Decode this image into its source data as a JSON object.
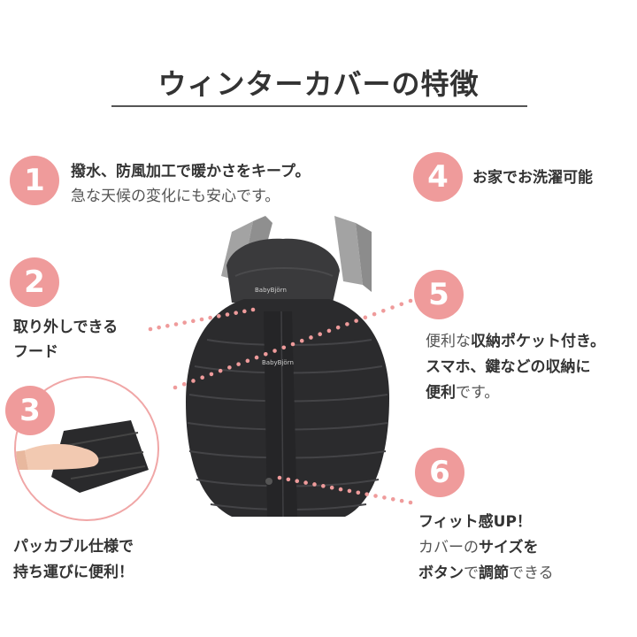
{
  "title": "ウィンターカバーの特徴",
  "features": [
    {
      "num": "1",
      "line1": "撥水、防風加工で暖かさをキープ。",
      "line2": "急な天候の変化にも安心です。"
    },
    {
      "num": "2",
      "line1": "取り外しできる",
      "line2": "フード"
    },
    {
      "num": "3",
      "line1": "パッカブル仕様で",
      "line2": "持ち運びに便利！"
    },
    {
      "num": "4",
      "line1": "お家でお洗濯可能"
    },
    {
      "num": "5",
      "line1_pre": "便利な",
      "line1_bold": "収納ポケット付き。",
      "line2": "スマホ、鍵などの収納に",
      "line3_bold": "便利",
      "line3_rest": "です。"
    },
    {
      "num": "6",
      "line1": "フィット感UP！",
      "line2_pre": "カバーの",
      "line2_bold": "サイズ",
      "line2_post": "を",
      "line3_bold": "ボタン",
      "line3_mid": "で",
      "line3_bold2": "調節",
      "line3_post": "できる"
    }
  ],
  "brand_label": "BabyBjörn",
  "colors": {
    "accent": "#ef9b9b",
    "cover": "#2b2b2d",
    "strap": "#9a9a9a"
  }
}
